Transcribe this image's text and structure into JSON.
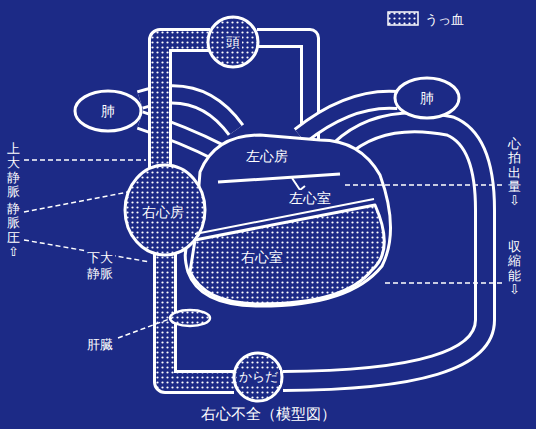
{
  "diagram": {
    "caption": "右心不全（模型図）",
    "nodes": [
      {
        "text": [
          "頭"
        ]
      },
      {
        "text": [
          "肺"
        ]
      },
      {
        "text": [
          "肺"
        ]
      },
      {
        "text": [
          "右心房"
        ]
      },
      {
        "text": [
          "左心房"
        ]
      },
      {
        "text": [
          "左心室"
        ]
      },
      {
        "text": [
          "右心室"
        ]
      },
      {
        "text": [
          "からだ"
        ]
      }
    ],
    "labels": [
      "上大静脈",
      "静脈圧⇧",
      "下大静脈",
      "肝臓",
      "心拍出量⇩",
      "収縮能⇩"
    ],
    "legend": [
      {
        "text": "うっ血"
      }
    ]
  }
}
